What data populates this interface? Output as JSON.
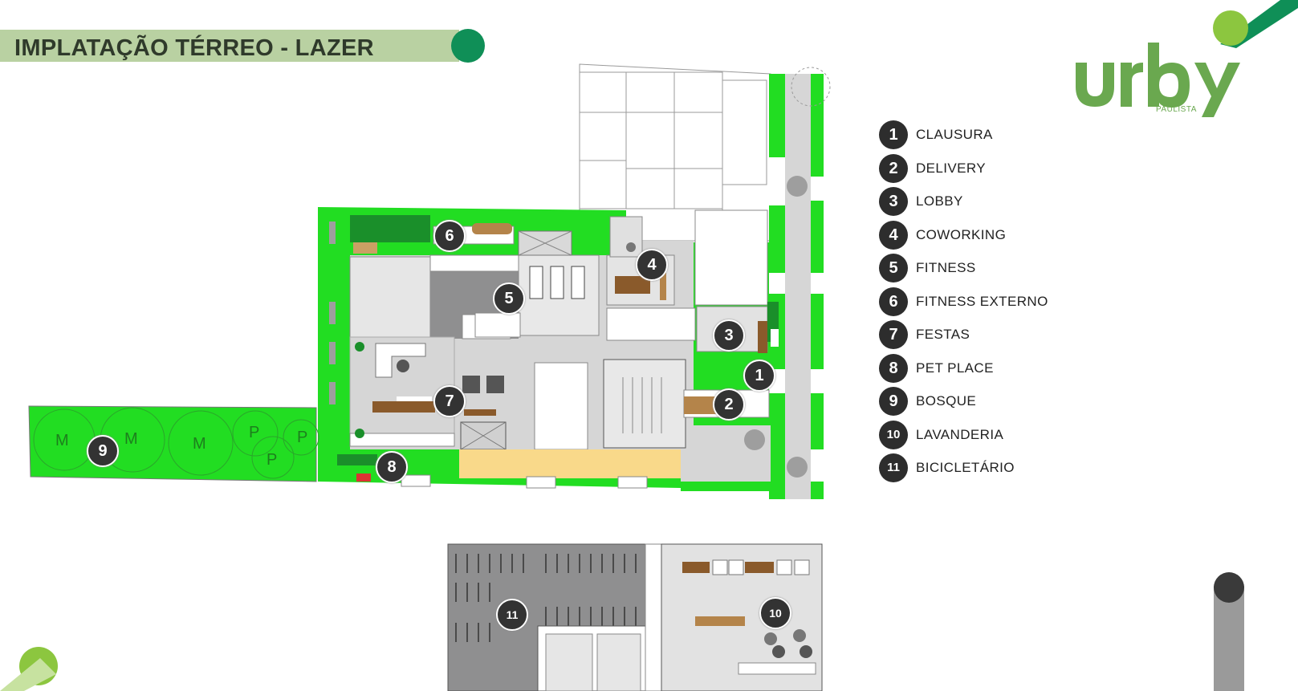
{
  "header": {
    "title": "IMPLATAÇÃO TÉRREO - LAZER"
  },
  "logo": {
    "brand": "urby",
    "subtitle": "PAULISTA"
  },
  "legend": [
    {
      "num": "1",
      "label": "CLAUSURA"
    },
    {
      "num": "2",
      "label": "DELIVERY"
    },
    {
      "num": "3",
      "label": "LOBBY"
    },
    {
      "num": "4",
      "label": "COWORKING"
    },
    {
      "num": "5",
      "label": "FITNESS"
    },
    {
      "num": "6",
      "label": "FITNESS EXTERNO"
    },
    {
      "num": "7",
      "label": "FESTAS"
    },
    {
      "num": "8",
      "label": "PET PLACE"
    },
    {
      "num": "9",
      "label": "BOSQUE"
    },
    {
      "num": "10",
      "label": "LAVANDERIA"
    },
    {
      "num": "11",
      "label": "BICICLETÁRIO"
    }
  ],
  "plan": {
    "markers": [
      "1",
      "2",
      "3",
      "4",
      "5",
      "6",
      "7",
      "8",
      "9",
      "10",
      "11"
    ],
    "tree_labels": [
      "M",
      "M",
      "M",
      "P",
      "P",
      "P"
    ]
  },
  "colors": {
    "green_area": "#22dd22",
    "title_band": "#b9d1a2",
    "title_dot": "#0f8f57",
    "marker": "#333333",
    "floor": "#d6d6d6",
    "dark_floor": "#8f8f90",
    "pet_sand": "#f9d98a",
    "logo_green": "#6aa84f"
  }
}
